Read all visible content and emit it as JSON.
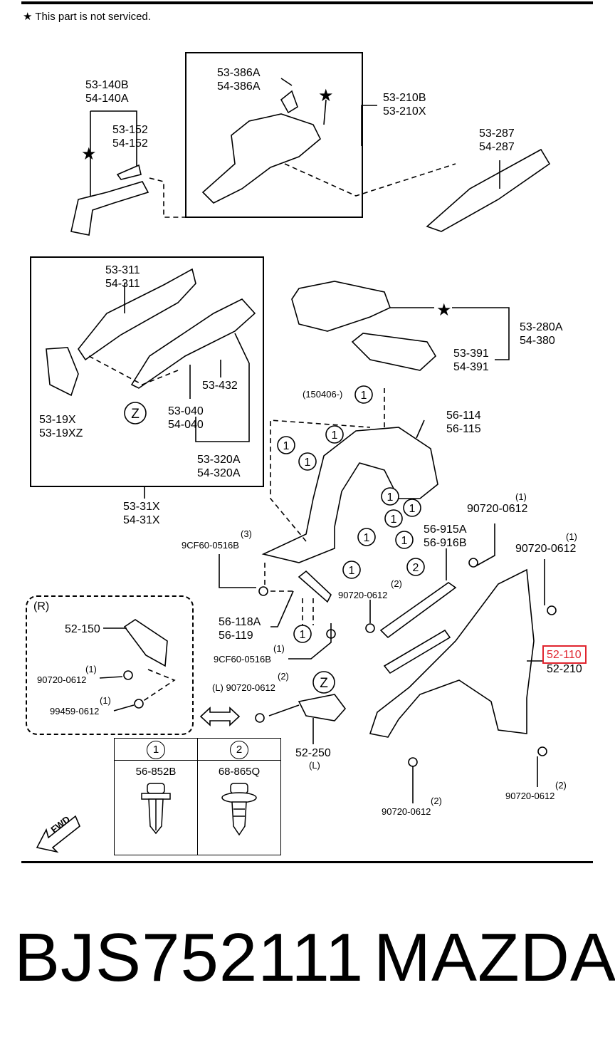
{
  "note": "This part is not serviced.",
  "labels": {
    "l53_386A": "53-386A",
    "l54_386A": "54-386A",
    "l53_210B": "53-210B",
    "l53_210X": "53-210X",
    "l53_140B": "53-140B",
    "l54_140A": "54-140A",
    "l53_152": "53-152",
    "l54_152": "54-152",
    "l53_287": "53-287",
    "l54_287": "54-287",
    "l53_311": "53-311",
    "l54_311": "54-311",
    "l53_432": "53-432",
    "l53_19X": "53-19X",
    "l53_19XZ": "53-19XZ",
    "l53_040": "53-040",
    "l54_040": "54-040",
    "l53_320A": "53-320A",
    "l54_320A": "54-320A",
    "l53_31X": "53-31X",
    "l54_31X": "54-31X",
    "l53_280A": "53-280A",
    "l54_380": "54-380",
    "l53_391": "53-391",
    "l54_391": "54-391",
    "date_code": "(150406-)",
    "l56_114": "56-114",
    "l56_115": "56-115",
    "q1_a": "(1)",
    "bolt_a": "90720-0612",
    "q1_b": "(1)",
    "bolt_b": "90720-0612",
    "q3": "(3)",
    "screw_9cf_a": "9CF60-0516B",
    "l56_915A": "56-915A",
    "l56_916B": "56-916B",
    "q2_a": "(2)",
    "bolt_c": "90720-0612",
    "r_mark": "(R)",
    "l52_150": "52-150",
    "q1_c": "(1)",
    "bolt_d": "90720-0612",
    "q1_d": "(1)",
    "bolt_e": "99459-0612",
    "l56_118A": "56-118A",
    "l56_119": "56-119",
    "q1_e": "(1)",
    "screw_9cf_b": "9CF60-0516B",
    "q2_b": "(2)",
    "bolt_f_prefix": "(L) 90720-0612",
    "l52_110": "52-110",
    "l52_210": "52-210",
    "l52_250": "52-250",
    "l52_250_side": "(L)",
    "q2_c": "(2)",
    "bolt_g": "90720-0612",
    "q2_d": "(2)",
    "bolt_h": "90720-0612",
    "fwd": "FWD",
    "z1": "Z",
    "z2": "Z"
  },
  "clip_table": {
    "headers": [
      "1",
      "2"
    ],
    "parts": [
      "56-852B",
      "68-865Q"
    ]
  },
  "callouts": [
    "1",
    "1",
    "1",
    "1",
    "1",
    "1",
    "1",
    "1",
    "1",
    "1",
    "1",
    "2"
  ],
  "footer": {
    "part_number": "BJS752111",
    "brand": "MAZDA"
  },
  "highlight_color": "#e0242e"
}
